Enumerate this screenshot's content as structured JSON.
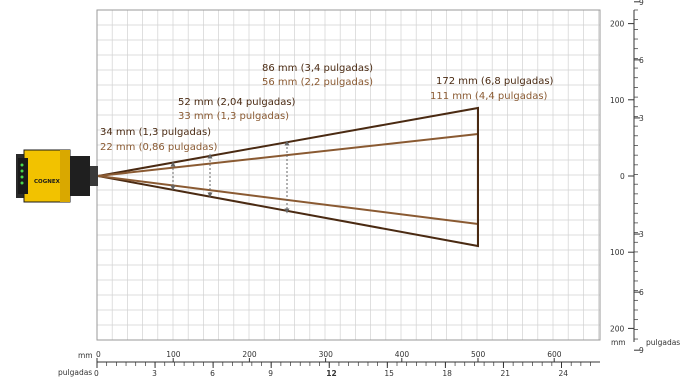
{
  "brand": "COGNEX",
  "labels": [
    {
      "key": "d1",
      "mm": "34 mm (1,3 pulgadas)",
      "sub": "22 mm (0,86 pulgadas)"
    },
    {
      "key": "d2",
      "mm": "52 mm (2,04 pulgadas)",
      "sub": "33 mm (1,3 pulgadas)"
    },
    {
      "key": "d3",
      "mm": "86 mm (3,4 pulgadas)",
      "sub": "56 mm (2,2 pulgadas)"
    },
    {
      "key": "d4",
      "mm": "172 mm (6,8 pulgadas)",
      "sub": "111 mm (4,4 pulgadas)"
    }
  ],
  "bottom_axis": {
    "mm_label": "mm",
    "in_label": "pulgadas",
    "mm_ticks": [
      "0",
      "100",
      "200",
      "300",
      "400",
      "500",
      "600"
    ],
    "in_ticks": [
      "0",
      "3",
      "6",
      "9",
      "12",
      "15",
      "18",
      "21",
      "24"
    ],
    "in_bold": "12"
  },
  "right_axis": {
    "mm_label": "mm",
    "in_label": "pulgadas",
    "mm_ticks": [
      "200",
      "100",
      "0",
      "100",
      "200"
    ],
    "in_ticks": [
      "9",
      "6",
      "3",
      "3",
      "6",
      "9"
    ]
  },
  "colors": {
    "dark": "#4a2a12",
    "light": "#8a5a32",
    "grid": "#c8c8c8",
    "camera": "#f2c200"
  }
}
